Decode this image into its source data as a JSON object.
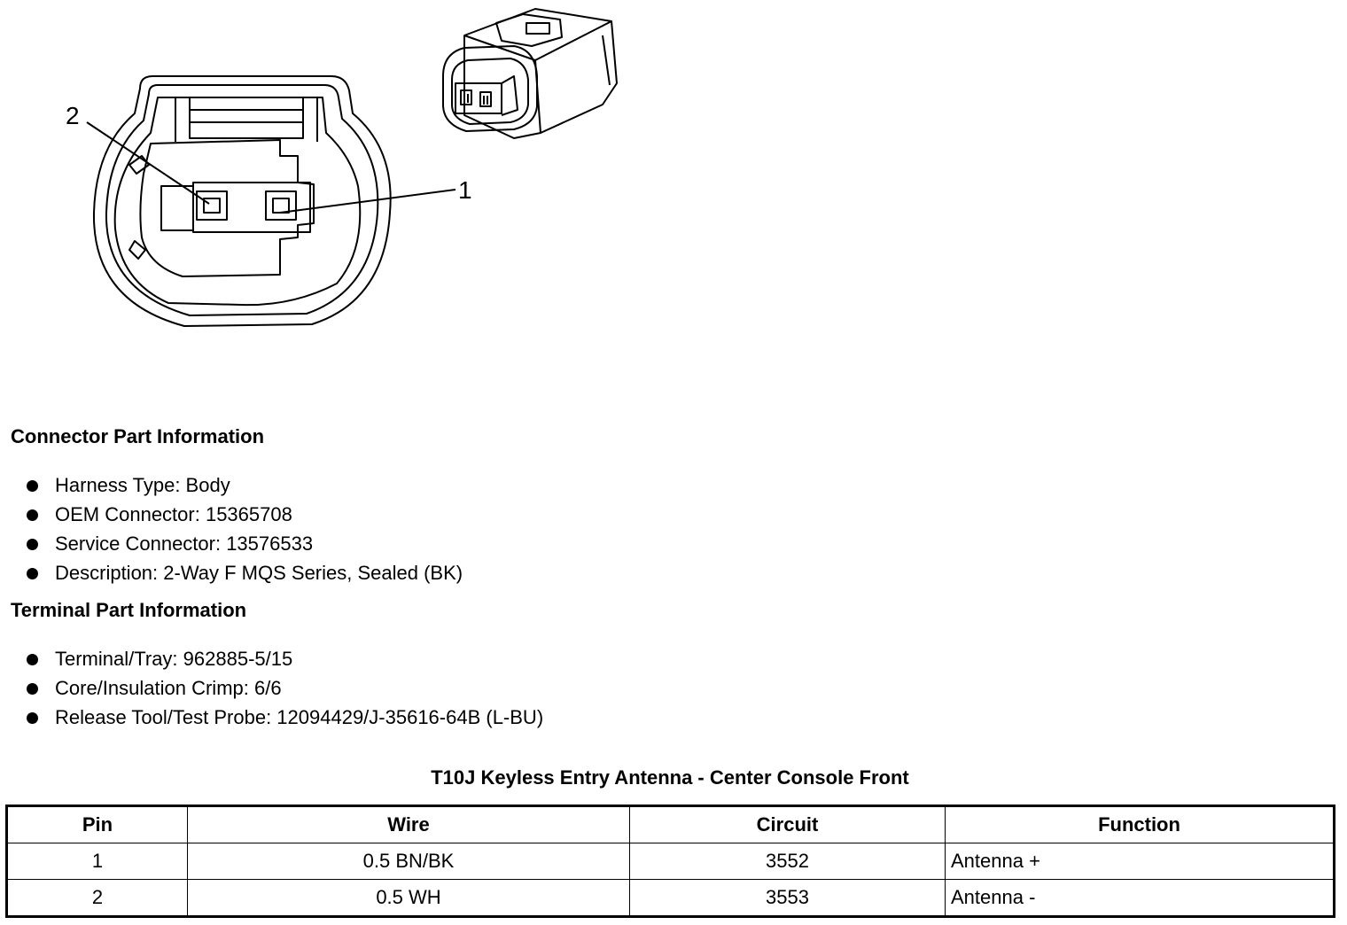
{
  "diagram": {
    "callout_2": "2",
    "callout_1": "1"
  },
  "connector_info": {
    "heading": "Connector Part Information",
    "items": [
      "Harness Type: Body",
      "OEM Connector: 15365708",
      "Service Connector: 13576533",
      "Description: 2-Way F MQS Series, Sealed (BK)"
    ]
  },
  "terminal_info": {
    "heading": "Terminal Part Information",
    "items": [
      "Terminal/Tray: 962885-5/15",
      "Core/Insulation Crimp: 6/6",
      "Release Tool/Test Probe: 12094429/J-35616-64B (L-BU)"
    ]
  },
  "pin_table": {
    "title": "T10J Keyless Entry Antenna - Center Console Front",
    "headers": [
      "Pin",
      "Wire",
      "Circuit",
      "Function"
    ],
    "rows": [
      [
        "1",
        "0.5 BN/BK",
        "3552",
        "Antenna +"
      ],
      [
        "2",
        "0.5 WH",
        "3553",
        "Antenna -"
      ]
    ]
  }
}
